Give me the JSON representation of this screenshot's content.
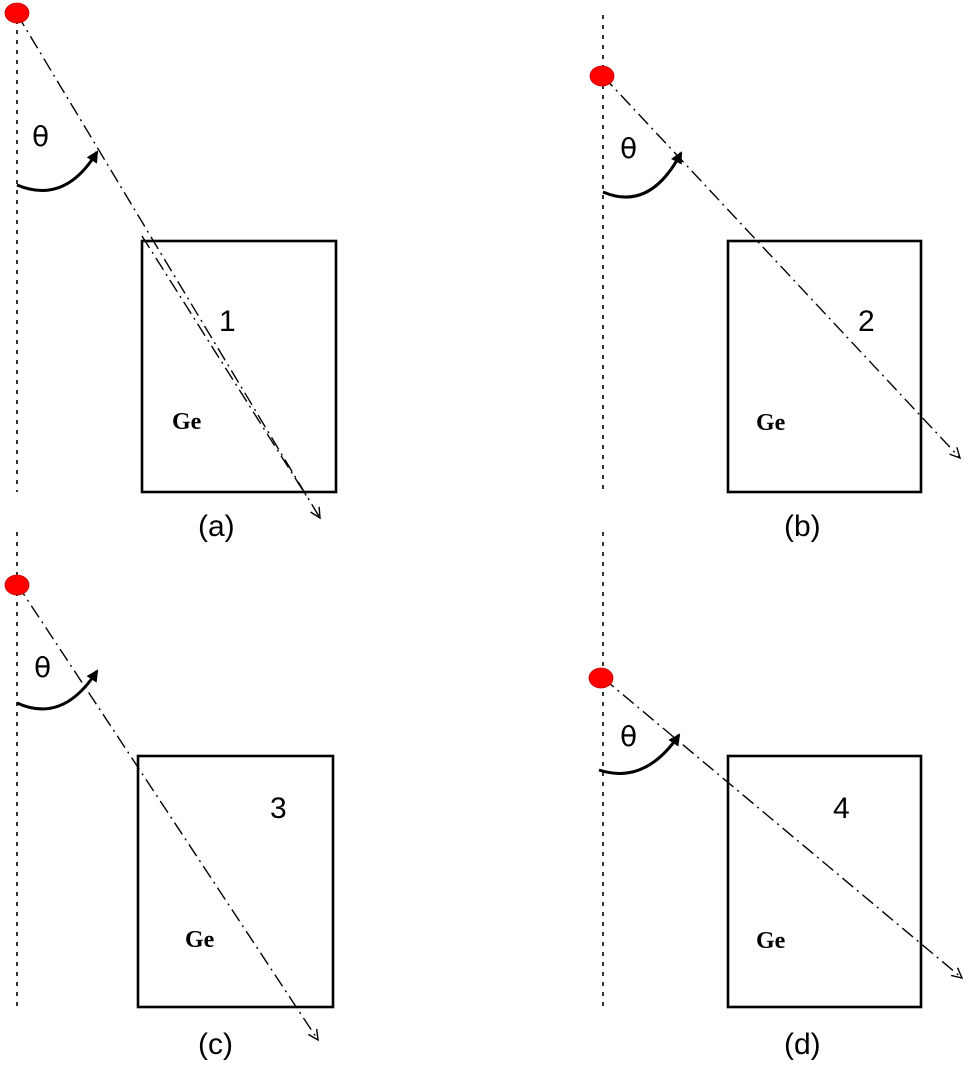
{
  "panels": [
    {
      "id": "a",
      "caption": "(a)",
      "number": "1",
      "material": "Ge",
      "angle": "θ"
    },
    {
      "id": "b",
      "caption": "(b)",
      "number": "2",
      "material": "Ge",
      "angle": "θ"
    },
    {
      "id": "c",
      "caption": "(c)",
      "number": "3",
      "material": "Ge",
      "angle": "θ"
    },
    {
      "id": "d",
      "caption": "(d)",
      "number": "4",
      "material": "Ge",
      "angle": "θ"
    }
  ],
  "colors": {
    "source": "#ff0000",
    "line": "#000000",
    "background": "#ffffff"
  }
}
